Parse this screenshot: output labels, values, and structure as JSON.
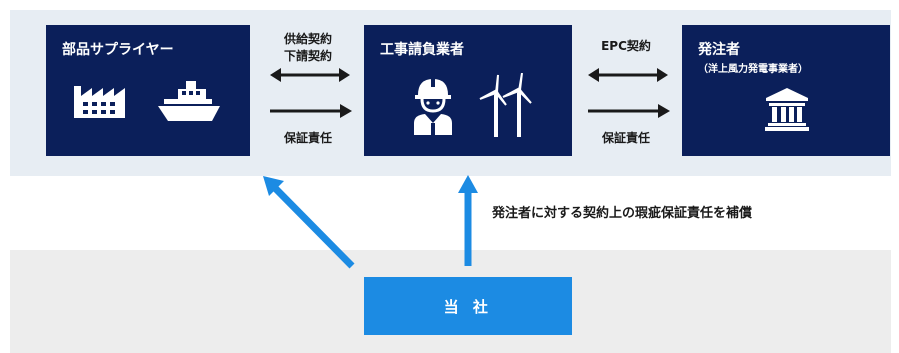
{
  "supplier": {
    "title": "部品サプライヤー"
  },
  "contractor": {
    "title": "工事請負業者"
  },
  "client": {
    "title": "発注者",
    "subtitle": "（洋上風力発電事業者）"
  },
  "link_left": {
    "top_line1": "供給契約",
    "top_line2": "下請契約",
    "bottom": "保証責任"
  },
  "link_right": {
    "top": "EPC契約",
    "bottom": "保証責任"
  },
  "company": {
    "label": "当 社"
  },
  "note": "発注者に対する契約上の瑕疵保証責任を補償",
  "colors": {
    "box": "#0b1f5a",
    "accent": "#1c8be3",
    "band_top": "#e7edf3",
    "band_bottom": "#ededed"
  },
  "icons": [
    "factory-icon",
    "ship-icon",
    "worker-icon",
    "wind-turbine-icon",
    "institution-icon"
  ]
}
